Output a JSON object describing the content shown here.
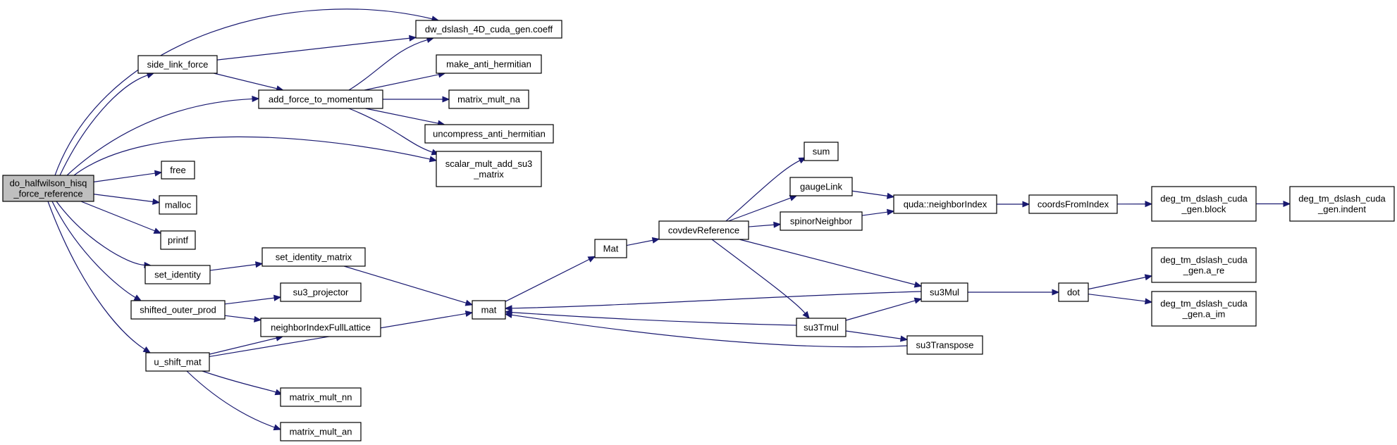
{
  "colors": {
    "edge": "#191970",
    "root_fill": "#bfbfbf",
    "node_fill": "#ffffff",
    "node_border": "#000000"
  },
  "nodes": [
    {
      "id": "root",
      "label": [
        "do_halfwilson_hisq",
        "_force_reference"
      ],
      "root": true
    },
    {
      "id": "side_link_force",
      "label": [
        "side_link_force"
      ]
    },
    {
      "id": "dw_coeff",
      "label": [
        "dw_dslash_4D_cuda_gen.coeff"
      ]
    },
    {
      "id": "add_force",
      "label": [
        "add_force_to_momentum"
      ]
    },
    {
      "id": "make_anti",
      "label": [
        "make_anti_hermitian"
      ]
    },
    {
      "id": "mmna",
      "label": [
        "matrix_mult_na"
      ]
    },
    {
      "id": "uncompress",
      "label": [
        "uncompress_anti_hermitian"
      ]
    },
    {
      "id": "scalar_mult",
      "label": [
        "scalar_mult_add_su3",
        "_matrix"
      ]
    },
    {
      "id": "free",
      "label": [
        "free"
      ]
    },
    {
      "id": "malloc",
      "label": [
        "malloc"
      ]
    },
    {
      "id": "printf",
      "label": [
        "printf"
      ]
    },
    {
      "id": "set_identity",
      "label": [
        "set_identity"
      ]
    },
    {
      "id": "set_identity_matrix",
      "label": [
        "set_identity_matrix"
      ]
    },
    {
      "id": "shifted",
      "label": [
        "shifted_outer_prod"
      ]
    },
    {
      "id": "su3proj",
      "label": [
        "su3_projector"
      ]
    },
    {
      "id": "nifl",
      "label": [
        "neighborIndexFullLattice"
      ]
    },
    {
      "id": "ushift",
      "label": [
        "u_shift_mat"
      ]
    },
    {
      "id": "mmnn",
      "label": [
        "matrix_mult_nn"
      ]
    },
    {
      "id": "mman",
      "label": [
        "matrix_mult_an"
      ]
    },
    {
      "id": "mat",
      "label": [
        "mat"
      ]
    },
    {
      "id": "Mat",
      "label": [
        "Mat"
      ]
    },
    {
      "id": "covdev",
      "label": [
        "covdevReference"
      ]
    },
    {
      "id": "sum",
      "label": [
        "sum"
      ]
    },
    {
      "id": "gaugeLink",
      "label": [
        "gaugeLink"
      ]
    },
    {
      "id": "spinorNeighbor",
      "label": [
        "spinorNeighbor"
      ]
    },
    {
      "id": "qni",
      "label": [
        "quda::neighborIndex"
      ]
    },
    {
      "id": "cfi",
      "label": [
        "coordsFromIndex"
      ]
    },
    {
      "id": "block",
      "label": [
        "deg_tm_dslash_cuda",
        "_gen.block"
      ]
    },
    {
      "id": "indent",
      "label": [
        "deg_tm_dslash_cuda",
        "_gen.indent"
      ]
    },
    {
      "id": "su3Mul",
      "label": [
        "su3Mul"
      ]
    },
    {
      "id": "su3Tmul",
      "label": [
        "su3Tmul"
      ]
    },
    {
      "id": "su3Transpose",
      "label": [
        "su3Transpose"
      ]
    },
    {
      "id": "dot",
      "label": [
        "dot"
      ]
    },
    {
      "id": "are",
      "label": [
        "deg_tm_dslash_cuda",
        "_gen.a_re"
      ]
    },
    {
      "id": "aim",
      "label": [
        "deg_tm_dslash_cuda",
        "_gen.a_im"
      ]
    }
  ],
  "edges": [
    [
      "root",
      "dw_coeff"
    ],
    [
      "root",
      "side_link_force"
    ],
    [
      "root",
      "add_force"
    ],
    [
      "root",
      "scalar_mult"
    ],
    [
      "root",
      "free"
    ],
    [
      "root",
      "malloc"
    ],
    [
      "root",
      "printf"
    ],
    [
      "root",
      "set_identity"
    ],
    [
      "root",
      "shifted"
    ],
    [
      "root",
      "ushift"
    ],
    [
      "side_link_force",
      "dw_coeff"
    ],
    [
      "side_link_force",
      "add_force"
    ],
    [
      "add_force",
      "dw_coeff"
    ],
    [
      "add_force",
      "make_anti"
    ],
    [
      "add_force",
      "mmna"
    ],
    [
      "add_force",
      "uncompress"
    ],
    [
      "add_force",
      "scalar_mult"
    ],
    [
      "set_identity",
      "set_identity_matrix"
    ],
    [
      "set_identity_matrix",
      "mat"
    ],
    [
      "shifted",
      "su3proj"
    ],
    [
      "shifted",
      "nifl"
    ],
    [
      "ushift",
      "nifl"
    ],
    [
      "ushift",
      "mat"
    ],
    [
      "ushift",
      "mmnn"
    ],
    [
      "ushift",
      "mman"
    ],
    [
      "mat",
      "Mat"
    ],
    [
      "Mat",
      "covdev"
    ],
    [
      "covdev",
      "sum"
    ],
    [
      "covdev",
      "gaugeLink"
    ],
    [
      "covdev",
      "spinorNeighbor"
    ],
    [
      "covdev",
      "su3Mul"
    ],
    [
      "covdev",
      "su3Tmul"
    ],
    [
      "gaugeLink",
      "qni"
    ],
    [
      "spinorNeighbor",
      "qni"
    ],
    [
      "qni",
      "cfi"
    ],
    [
      "cfi",
      "block"
    ],
    [
      "block",
      "indent"
    ],
    [
      "su3Mul",
      "mat"
    ],
    [
      "su3Mul",
      "dot"
    ],
    [
      "su3Tmul",
      "mat"
    ],
    [
      "su3Tmul",
      "su3Mul"
    ],
    [
      "su3Tmul",
      "su3Transpose"
    ],
    [
      "su3Transpose",
      "mat"
    ],
    [
      "dot",
      "are"
    ],
    [
      "dot",
      "aim"
    ]
  ]
}
